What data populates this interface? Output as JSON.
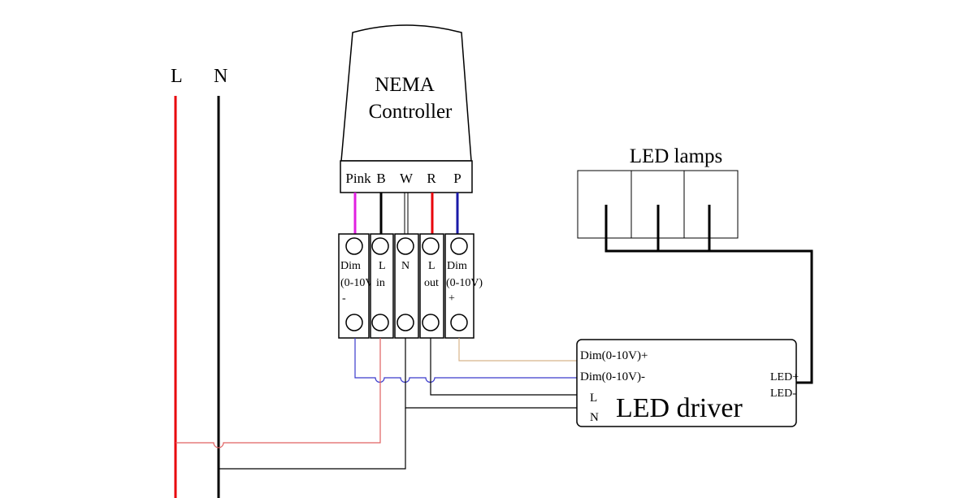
{
  "mains": {
    "line_label": "L",
    "neutral_label": "N"
  },
  "controller": {
    "title_line1": "NEMA",
    "title_line2": "Controller",
    "pins": [
      "Pink",
      "B",
      "W",
      "R",
      "P"
    ]
  },
  "terminals": [
    {
      "line1": "Dim",
      "line2": "(0-10V)",
      "line3": "-"
    },
    {
      "line1": "L",
      "line2": "in",
      "line3": ""
    },
    {
      "line1": "N",
      "line2": "",
      "line3": ""
    },
    {
      "line1": "L",
      "line2": "out",
      "line3": ""
    },
    {
      "line1": "Dim",
      "line2": "(0-10V)",
      "line3": "+"
    }
  ],
  "lamps": {
    "title": "LED lamps"
  },
  "driver": {
    "title": "LED driver",
    "dim_plus": "Dim(0-10V)+",
    "dim_minus": "Dim(0-10V)-",
    "l_label": "L",
    "n_label": "N",
    "led_plus": "LED+",
    "led_minus": "LED-"
  },
  "colors": {
    "line_wire": "#e8000b",
    "neutral_wire": "#000000",
    "pink_wire": "#e020e0",
    "red_wire": "#e8000b",
    "blue_wire": "#1a1aa8",
    "dim_minus_wire": "#3a3acc",
    "dim_plus_wire": "#d8b48a",
    "thin_red_wire": "#e06060"
  }
}
